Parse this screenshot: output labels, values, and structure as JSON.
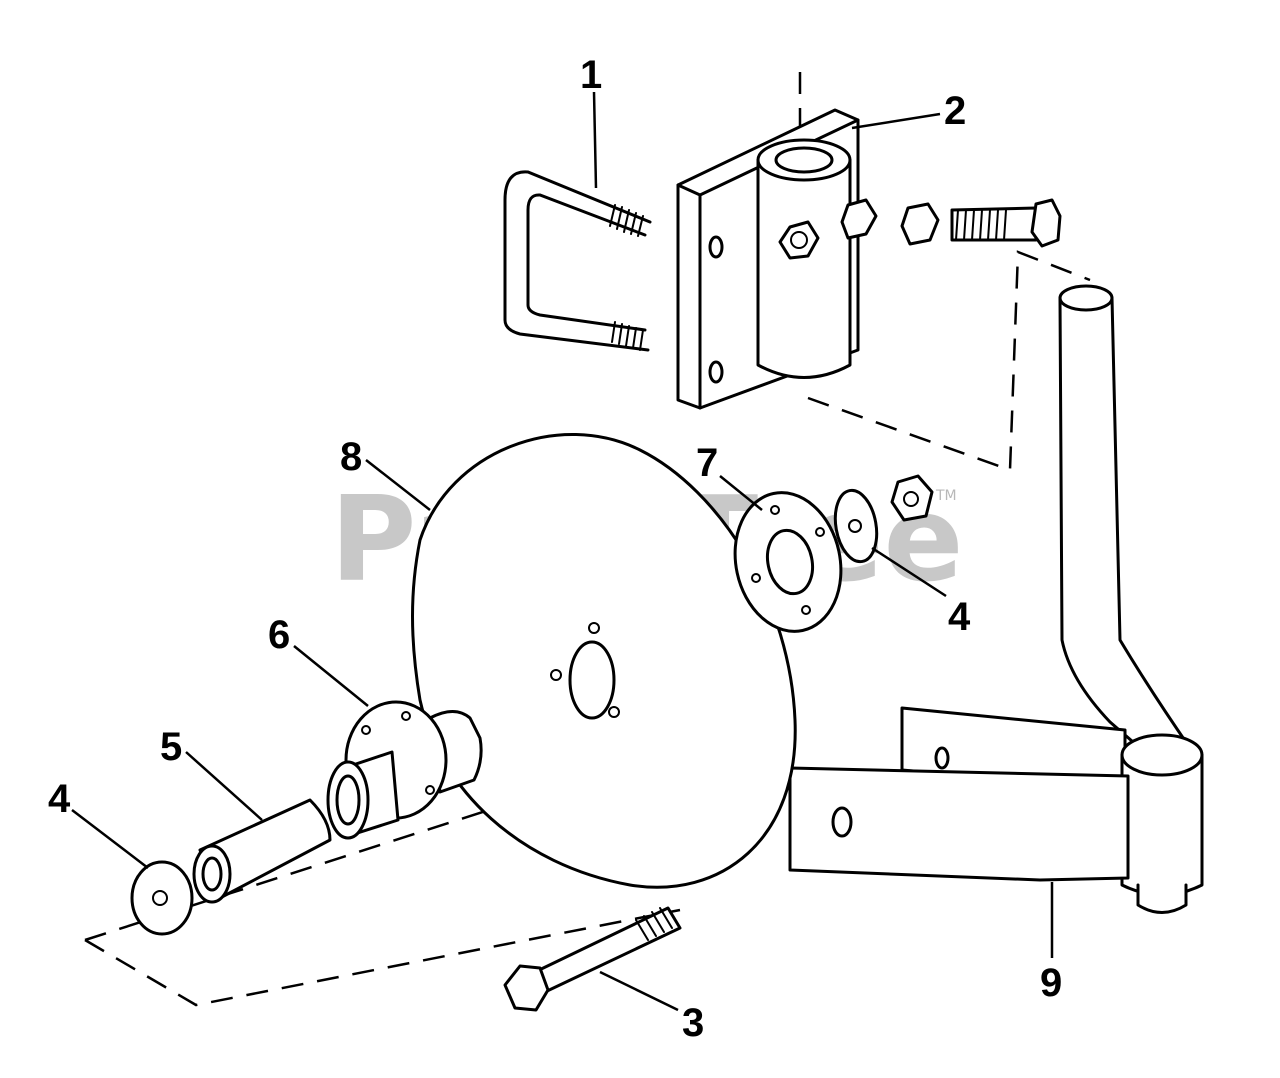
{
  "watermark": {
    "text": "PartsTree",
    "mark": "TM"
  },
  "callouts": {
    "c1": "1",
    "c2": "2",
    "c3": "3",
    "c4a": "4",
    "c4b": "4",
    "c5": "5",
    "c6": "6",
    "c7": "7",
    "c8": "8",
    "c9": "9"
  },
  "colors": {
    "line": "#000000",
    "background": "#ffffff",
    "watermark": "#9a9a9a"
  }
}
